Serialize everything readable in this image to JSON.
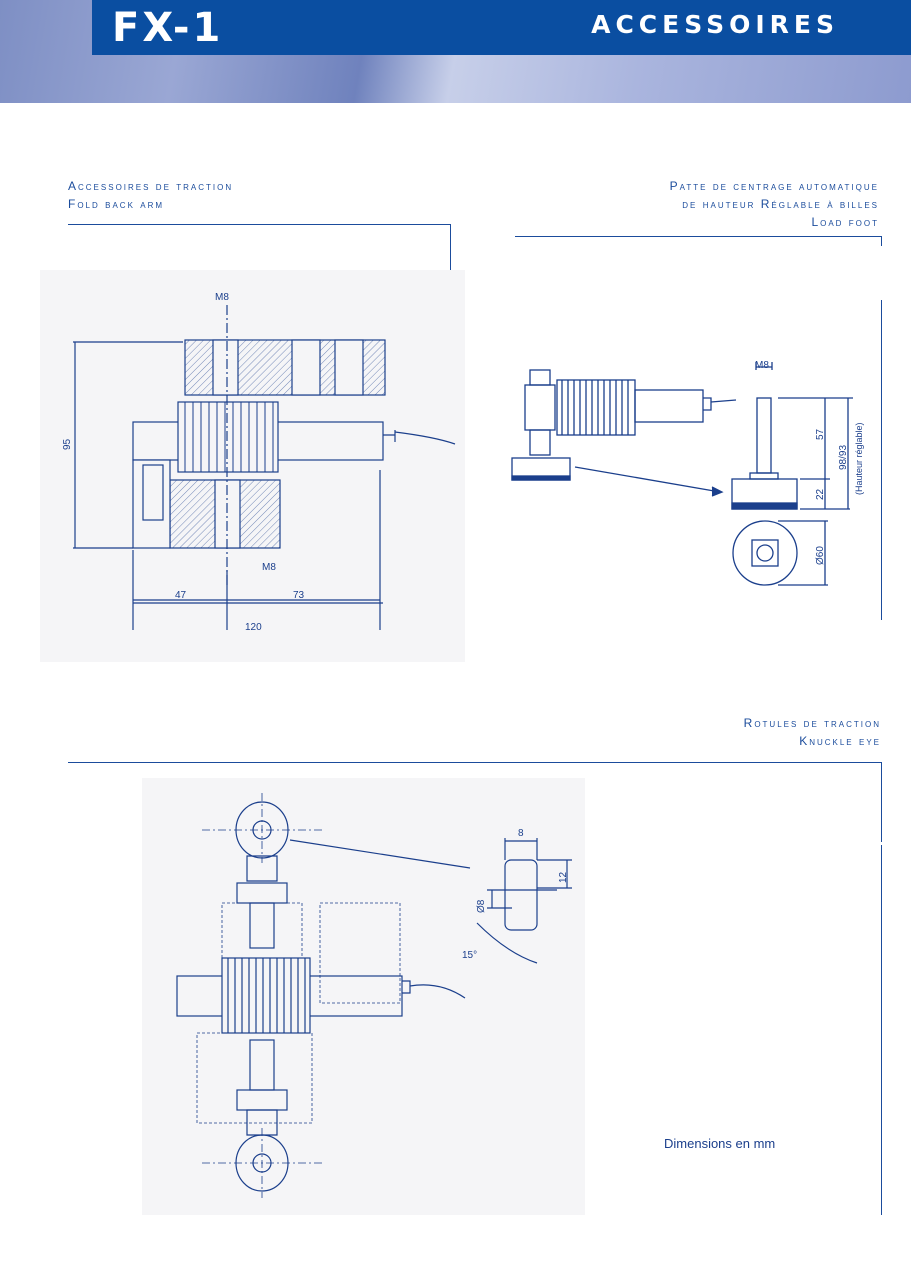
{
  "header": {
    "model": "FX-1",
    "section": "ACCESSOIRES"
  },
  "fold_back_arm": {
    "title_fr": "Accessoires de traction",
    "title_en": "Fold back arm",
    "dims": {
      "thread_top": "M8",
      "thread_bottom": "M8",
      "height": "95",
      "left": "47",
      "right": "73",
      "total": "120"
    }
  },
  "load_foot": {
    "title_fr_1": "Patte de centrage automatique",
    "title_fr_2": "de hauteur Réglable à billes",
    "title_en": "Load foot",
    "dims": {
      "thread": "M8",
      "stem": "57",
      "range": "98/93",
      "range_note": "(Hauteur réglable)",
      "base": "22",
      "diameter": "Ø60"
    }
  },
  "knuckle_eye": {
    "title_fr": "Rotules de traction",
    "title_en": "Knuckle eye",
    "dims": {
      "width": "8",
      "height": "12",
      "bore": "Ø8",
      "angle": "15°"
    }
  },
  "footer_note": "Dimensions en mm",
  "colors": {
    "brand": "#0a4ea1",
    "line": "#1b4c9c"
  }
}
